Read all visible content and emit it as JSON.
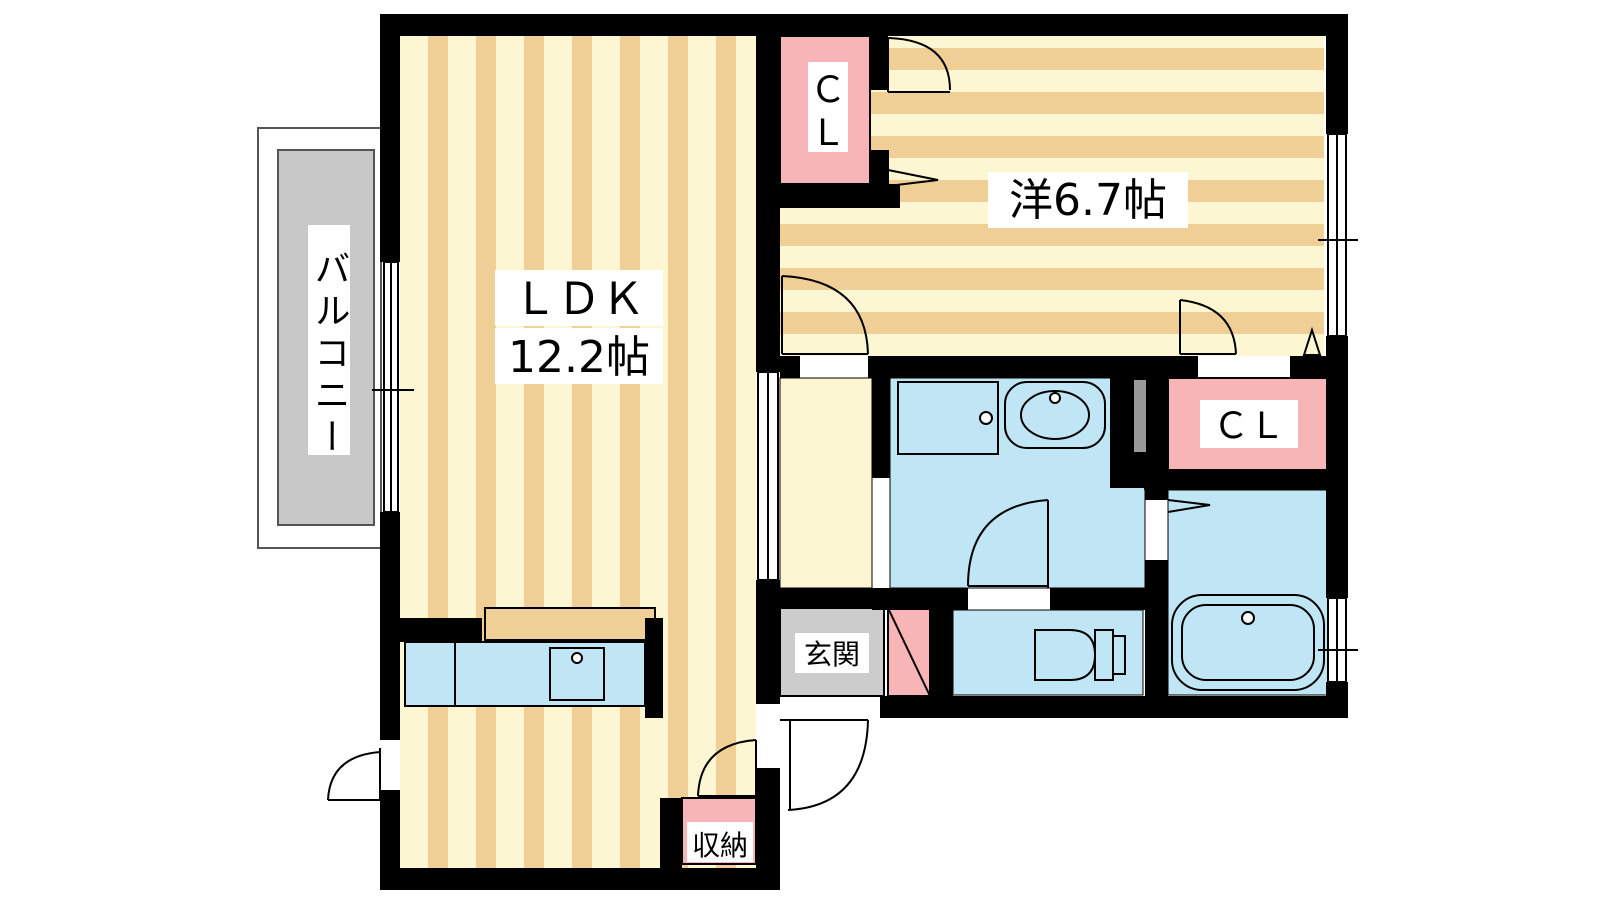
{
  "floor_plan": {
    "rooms": {
      "ldk": {
        "label_line1": "ＬＤＫ",
        "label_line2": "12.2帖"
      },
      "western_room": {
        "label": "洋6.7帖"
      },
      "balcony": {
        "label": "バルコニー"
      },
      "closet_top": {
        "label_line1": "Ｃ",
        "label_line2": "Ｌ"
      },
      "closet_right": {
        "label": "ＣＬ"
      },
      "entrance": {
        "label": "玄関"
      },
      "storage": {
        "label": "収納"
      }
    },
    "colors": {
      "wall": "#000000",
      "floor_stripe_light": "#fdf6d3",
      "floor_stripe_dark": "#f0cf96",
      "wet_area": "#c0e6f6",
      "closet": "#f7b5b8",
      "balcony": "#c8c8c8",
      "hall": "#fcf6d2",
      "entrance": "#cccccc"
    }
  }
}
